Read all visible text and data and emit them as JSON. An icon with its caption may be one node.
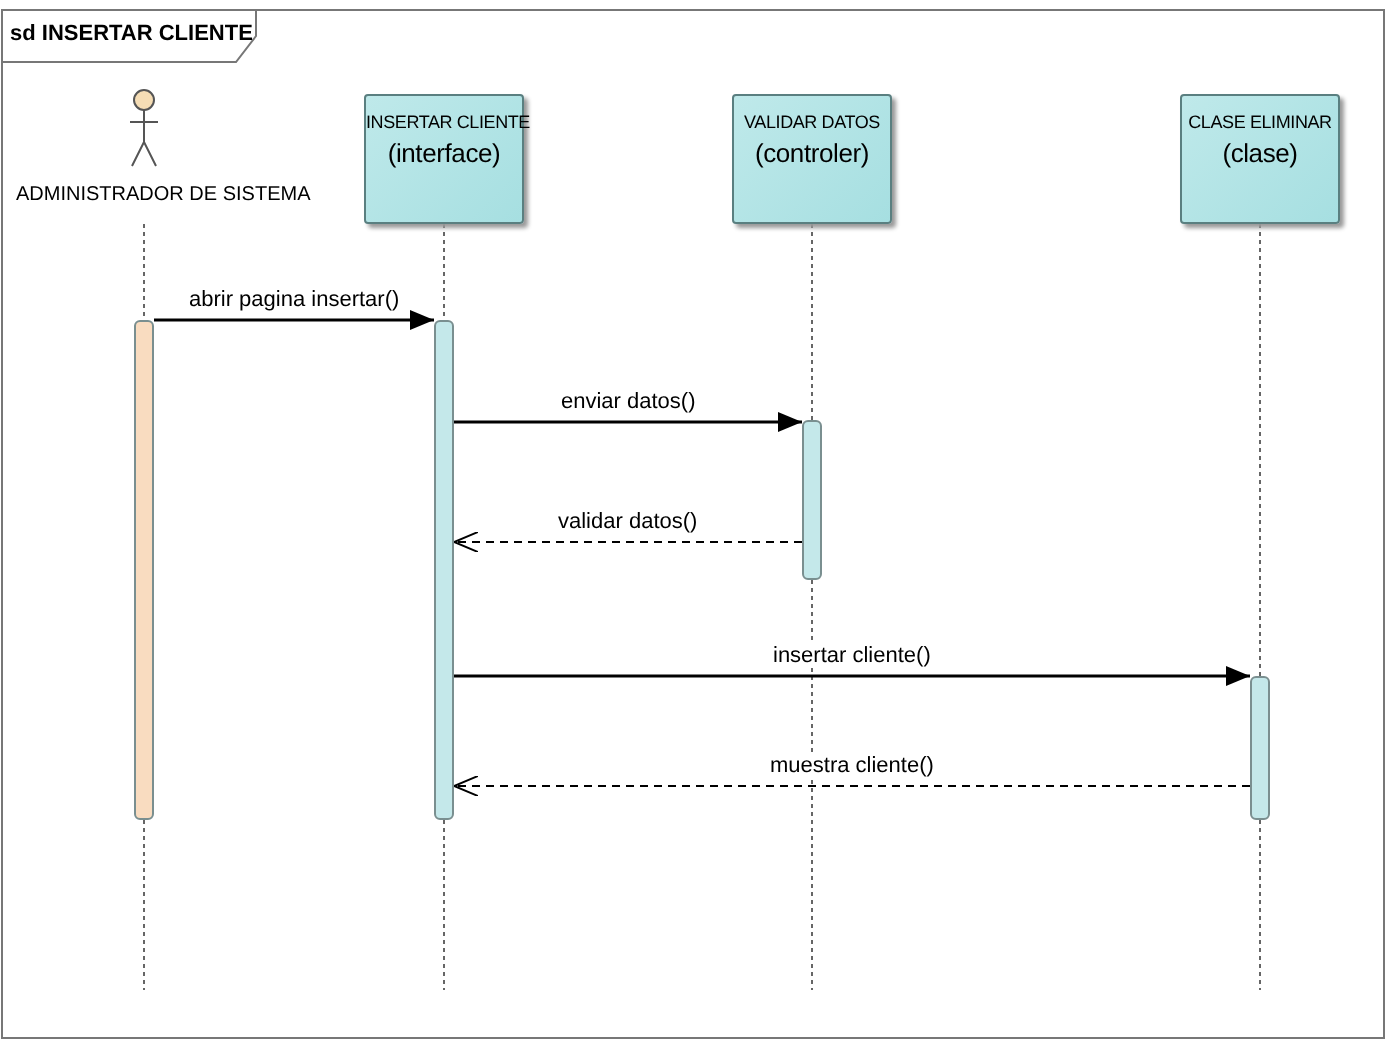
{
  "diagram": {
    "title": "sd INSERTAR CLIENTE",
    "nodes": [
      {
        "text": [
          "ADMINISTRADOR DE SISTEMA"
        ]
      },
      {
        "text": [
          "INSERTAR CLIENTE",
          "(interface)"
        ]
      },
      {
        "text": [
          "VALIDAR DATOS",
          "(controler)"
        ]
      },
      {
        "text": [
          "CLASE ELIMINAR",
          "(clase)"
        ]
      },
      {
        "text": [],
        "shape": "bar"
      },
      {
        "text": [],
        "shape": "bar"
      },
      {
        "text": [],
        "shape": "bar"
      },
      {
        "text": [],
        "shape": "bar"
      }
    ],
    "edges": [
      {
        "from": 4,
        "to": 5,
        "arrow": "to",
        "label": "abrir pagina insertar()"
      },
      {
        "from": 5,
        "to": 6,
        "arrow": "to",
        "label": "enviar datos()"
      },
      {
        "from": 6,
        "to": 5,
        "arrow": "to",
        "label": "validar datos()",
        "style": "dashed"
      },
      {
        "from": 5,
        "to": 7,
        "arrow": "to",
        "label": "insertar cliente()"
      },
      {
        "from": 7,
        "to": 5,
        "arrow": "to",
        "label": "muestra cliente()",
        "style": "dashed"
      },
      {
        "from": 0,
        "to": 4,
        "arrow": "none",
        "style": "dashed",
        "color": "#666666"
      },
      {
        "from": 1,
        "to": 5,
        "arrow": "none",
        "style": "dashed",
        "color": "#666666"
      },
      {
        "from": 2,
        "to": 6,
        "arrow": "none",
        "style": "dashed",
        "color": "#666666"
      },
      {
        "from": 3,
        "to": 7,
        "arrow": "none",
        "style": "dashed",
        "color": "#666666"
      }
    ]
  }
}
